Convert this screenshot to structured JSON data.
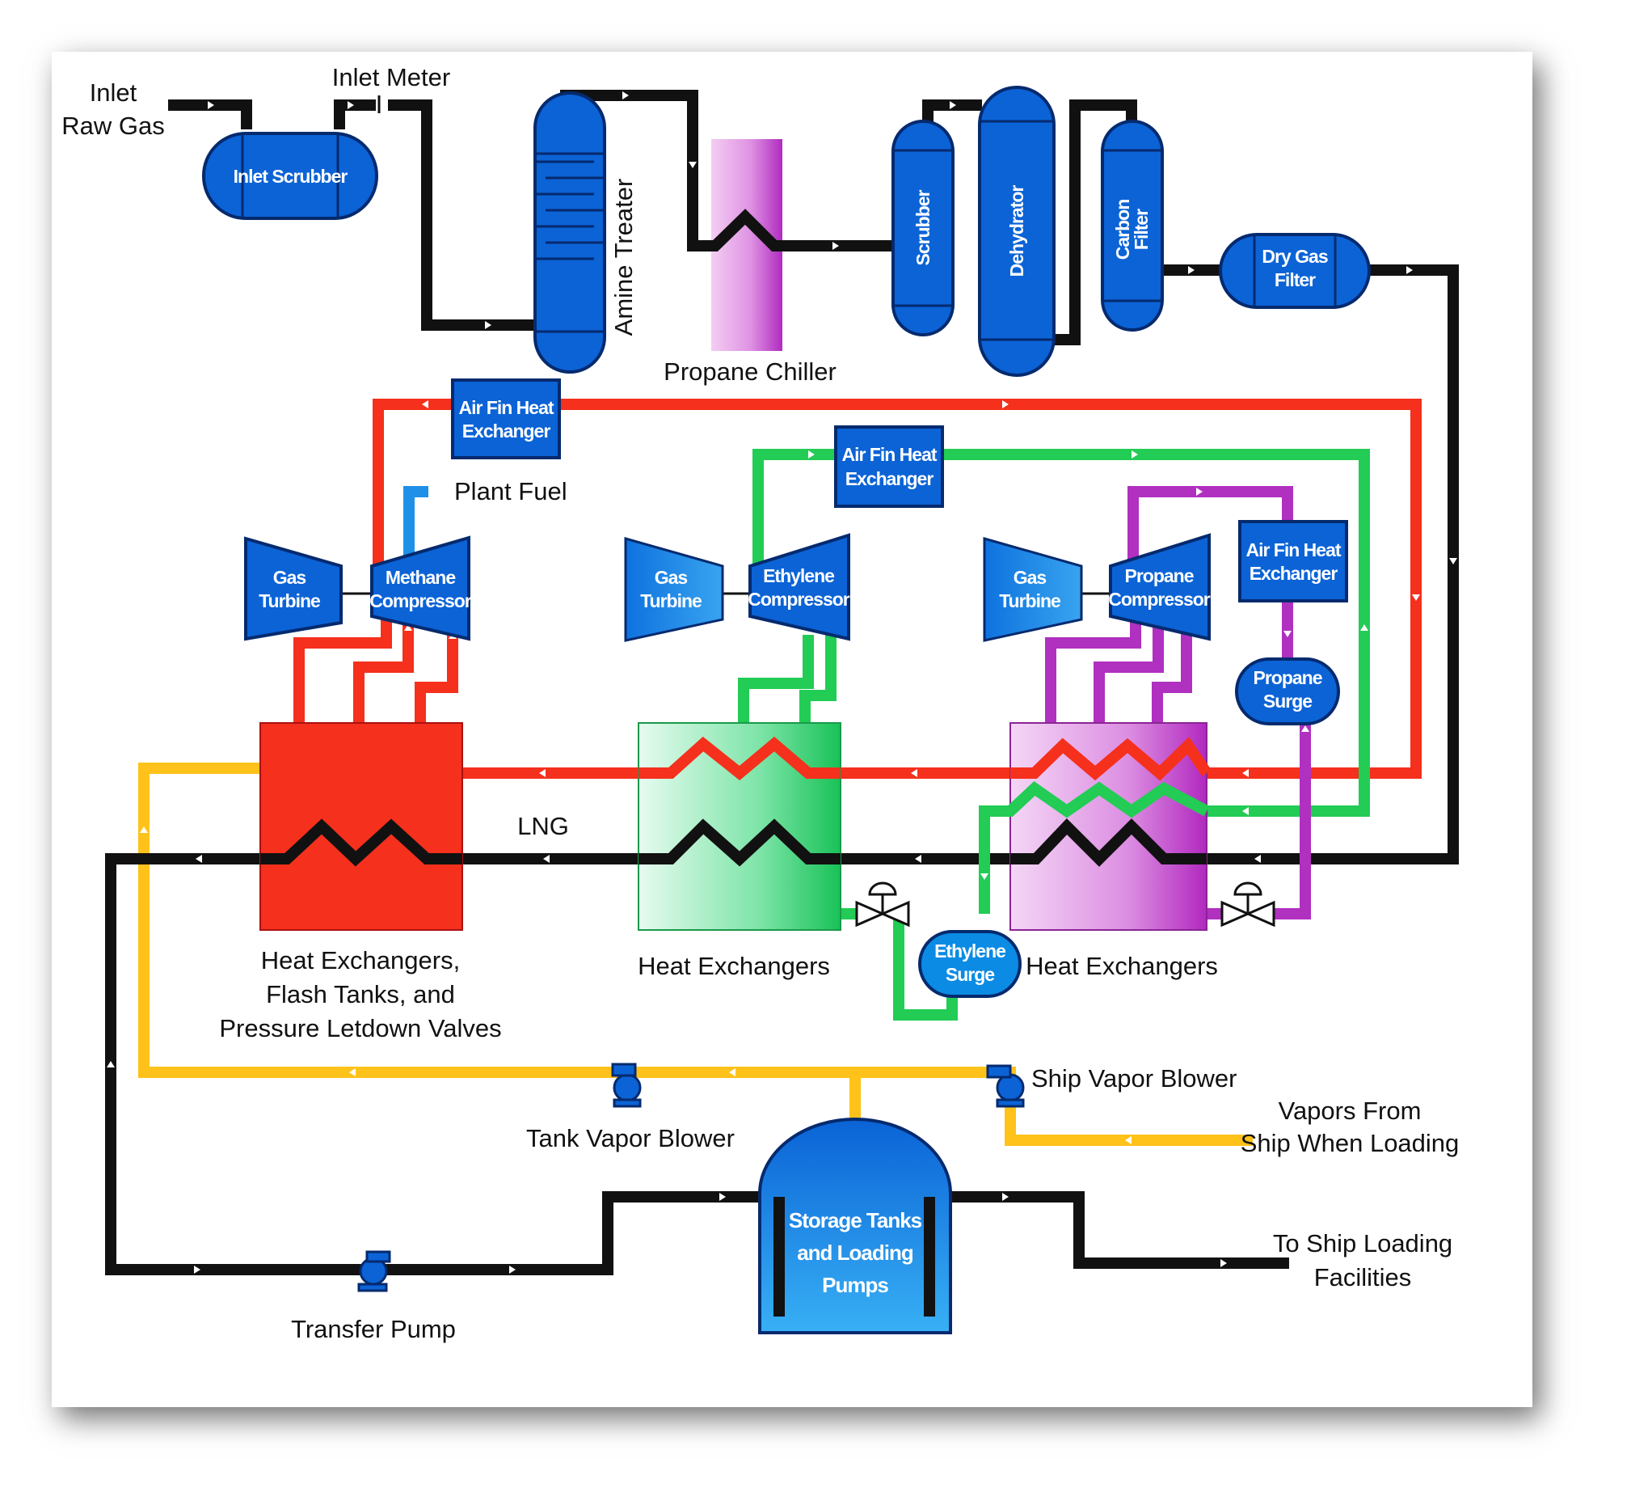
{
  "labels": {
    "inlet_raw_gas": [
      "Inlet",
      "Raw Gas"
    ],
    "inlet_meter": "Inlet Meter",
    "amine_treater": "Amine Treater",
    "propane_chiller": "Propane Chiller",
    "plant_fuel": "Plant Fuel",
    "lng": "LNG",
    "hx_methane": [
      "Heat Exchangers,",
      "Flash Tanks, and",
      "Pressure Letdown Valves"
    ],
    "hx_ethylene": "Heat Exchangers",
    "hx_propane": "Heat Exchangers",
    "tank_vapor_blower": "Tank Vapor Blower",
    "ship_vapor_blower": "Ship Vapor Blower",
    "vapors_from_ship": [
      "Vapors From",
      "Ship When Loading"
    ],
    "to_ship_loading": [
      "To Ship Loading",
      "Facilities"
    ],
    "transfer_pump": "Transfer Pump"
  },
  "units": {
    "inlet_scrubber": "Inlet Scrubber",
    "scrubber": "Scrubber",
    "dehydrator": "Dehydrator",
    "carbon_filter": [
      "Carbon",
      "Filter"
    ],
    "dry_gas_filter": [
      "Dry Gas",
      "Filter"
    ],
    "air_fin_1": [
      "Air Fin Heat",
      "Exchanger"
    ],
    "air_fin_2": [
      "Air Fin Heat",
      "Exchanger"
    ],
    "air_fin_3": [
      "Air Fin Heat",
      "Exchanger"
    ],
    "gas_turbine_1": [
      "Gas",
      "Turbine"
    ],
    "gas_turbine_2": [
      "Gas",
      "Turbine"
    ],
    "gas_turbine_3": [
      "Gas",
      "Turbine"
    ],
    "methane_compressor": [
      "Methane",
      "Compressor"
    ],
    "ethylene_compressor": [
      "Ethylene",
      "Compressor"
    ],
    "propane_compressor": [
      "Propane",
      "Compressor"
    ],
    "propane_surge": [
      "Propane",
      "Surge"
    ],
    "ethylene_surge": [
      "Ethylene",
      "Surge"
    ],
    "storage_tanks": [
      "Storage Tanks",
      "and Loading",
      "Pumps"
    ]
  },
  "colors": {
    "gas_line": "#111111",
    "methane_loop": "#f5301c",
    "ethylene_loop": "#22cc55",
    "propane_loop": "#b030c0",
    "vapor_line": "#ffc21a",
    "fuel_line": "#1e90e8",
    "equipment_blue": "#0b63d6"
  }
}
